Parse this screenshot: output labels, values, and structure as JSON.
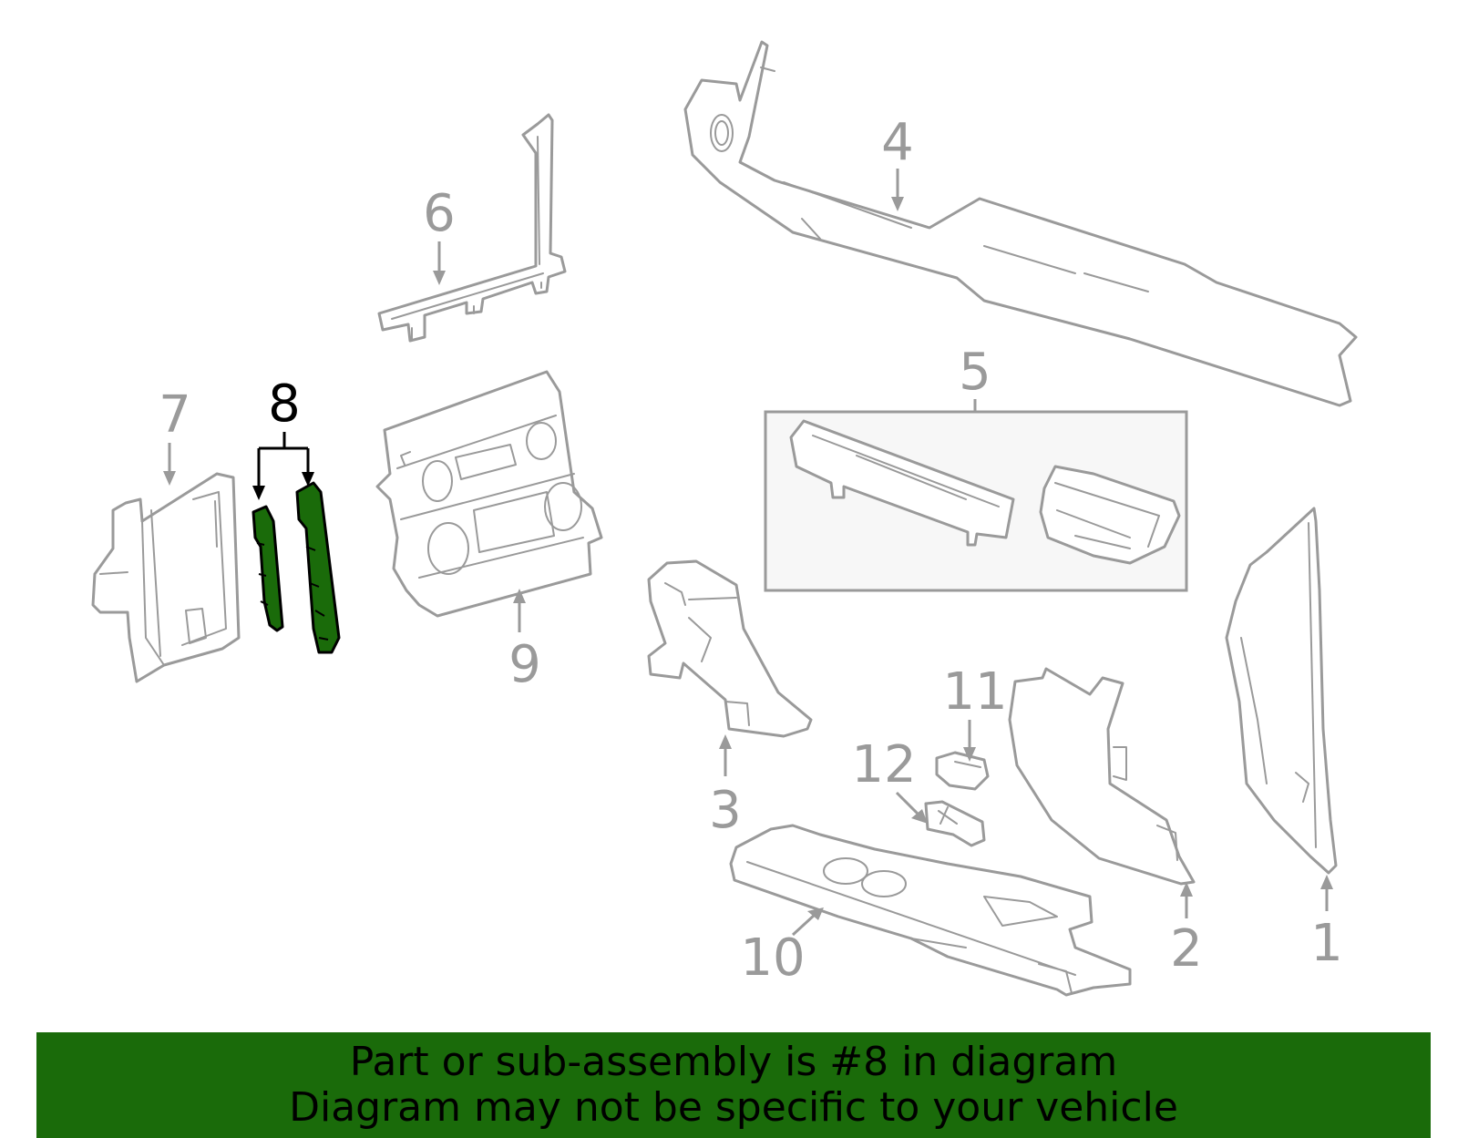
{
  "diagram": {
    "callouts": [
      "1",
      "2",
      "3",
      "4",
      "5",
      "6",
      "7",
      "8",
      "9",
      "10",
      "11",
      "12"
    ],
    "highlighted_part": "8",
    "colors": {
      "outline": "#9a9a9a",
      "highlight_fill": "#1a6b0a",
      "highlight_stroke": "#000000",
      "banner_bg": "#1a6b0a"
    }
  },
  "banner": {
    "line1": "Part or sub-assembly is #8 in diagram",
    "line2": "Diagram may not be specific to your vehicle"
  }
}
